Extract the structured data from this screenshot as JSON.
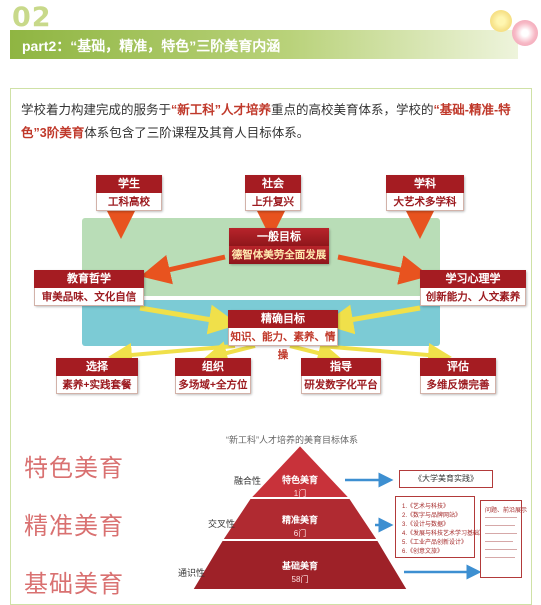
{
  "section": {
    "number": "02",
    "title": "part2：“基础，精准，特色”三阶美育内涵"
  },
  "intro": {
    "t1": "学校着力构建完成的服务于",
    "h1": "“新工科”人才培养",
    "t2": "重点的高校美育体系，学校的",
    "h2": "“基础-精准-特色”3阶美育",
    "t3": "体系包含了三阶课程及其育人目标体系。"
  },
  "diagram1": {
    "top_nodes": [
      {
        "head": "学生",
        "body": "工科高校"
      },
      {
        "head": "社会",
        "body": "上升复兴"
      },
      {
        "head": "学科",
        "body": "大艺术多学科"
      }
    ],
    "general_goal": {
      "head": "一般目标",
      "body": "德智体美劳全面发展"
    },
    "left_node": {
      "head": "教育哲学",
      "body": "审美品味、文化自信"
    },
    "right_node": {
      "head": "学习心理学",
      "body": "创新能力、人文素养"
    },
    "precise_goal": {
      "head": "精确目标",
      "body": "知识、能力、素养、情操"
    },
    "bottom_nodes": [
      {
        "head": "选择",
        "body": "素养+实践套餐"
      },
      {
        "head": "组织",
        "body": "多场域+全方位"
      },
      {
        "head": "指导",
        "body": "研发数字化平台"
      },
      {
        "head": "评估",
        "body": "多维反馈完善"
      }
    ],
    "colors": {
      "node_red": "#a51c22",
      "band_green": "#b9ddb7",
      "band_cyan": "#7ccbd5",
      "arrow_orange": "#e8531f",
      "arrow_yellow": "#f0e04a"
    }
  },
  "diagram2": {
    "labels": [
      "特色美育",
      "精准美育",
      "基础美育"
    ],
    "pyramid_title": "“新工科”人才培养的美育目标体系",
    "levels": [
      {
        "side": "融合性",
        "name": "特色美育",
        "sub": "1门"
      },
      {
        "side": "交叉性",
        "name": "精准美育",
        "sub": "6门"
      },
      {
        "side": "通识性",
        "name": "基础美育",
        "sub": "58门"
      }
    ],
    "doc_title": "《大学美育实践》",
    "doc_items": [
      "1.《艺术与科技》",
      "2.《数字与品牌网站》",
      "3.《设计与数据》",
      "4.《发展与科技艺术学习基础》",
      "5.《工业产品创新设计》",
      "6.《创意文旅》"
    ],
    "doc_right_title": "问题、前沿展示"
  }
}
